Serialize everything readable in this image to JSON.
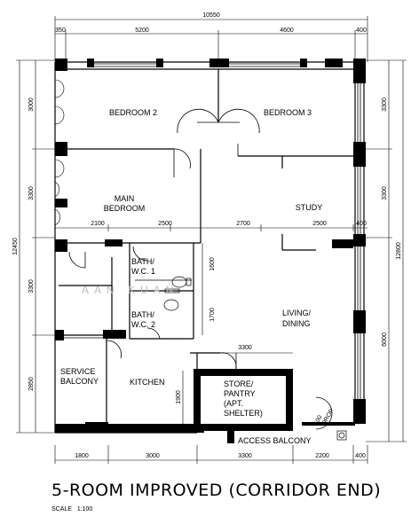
{
  "title": "5-ROOM IMPROVED (CORRIDOR END)",
  "scale_label": "SCALE",
  "scale_value": "1:100",
  "watermark": "AAN KUAN",
  "dimensions": {
    "top_total": "10550",
    "top_segments": [
      "350",
      "5200",
      "4600",
      "400"
    ],
    "left_total": "12450",
    "left_segments": [
      "3000",
      "3300",
      "3300",
      "2850"
    ],
    "right_total": "12800",
    "right_segments": [
      "3300",
      "3300",
      "6000"
    ],
    "interior_row": [
      "2100",
      "2500",
      "2700",
      "2500",
      "400"
    ],
    "bath_dims": [
      "1600",
      "1700"
    ],
    "store_width": "3300",
    "kitchen_dim": "1900",
    "bottom_segments": [
      "1800",
      "3000",
      "3300",
      "2200",
      "400"
    ]
  },
  "rooms": {
    "bedroom2": [
      "BEDROOM 2"
    ],
    "bedroom3": [
      "BEDROOM 3"
    ],
    "main_bedroom": [
      "MAIN",
      "BEDROOM"
    ],
    "study": [
      "STUDY"
    ],
    "bath1": [
      "BATH/",
      "W.C. 1"
    ],
    "bath2": [
      "BATH/",
      "W.C. 2"
    ],
    "living": [
      "LIVING/",
      "DINING"
    ],
    "service_balcony": [
      "SERVICE",
      "BALCONY"
    ],
    "kitchen": [
      "KITCHEN"
    ],
    "store": [
      "STORE/",
      "PANTRY",
      "(APT.",
      "SHELTER)"
    ],
    "refuse": [
      "100",
      "DROP"
    ],
    "access_balcony": [
      "ACCESS BALCONY"
    ]
  }
}
